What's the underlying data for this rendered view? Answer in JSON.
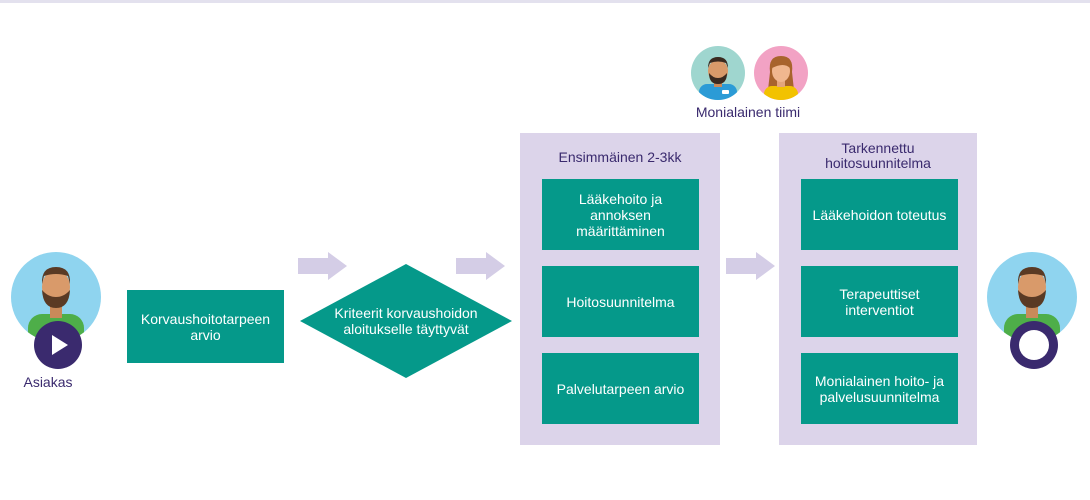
{
  "team": {
    "label": "Monialainen tiimi"
  },
  "client": {
    "label": "Asiakas"
  },
  "steps": {
    "assessment": "Korvaushoitotarpeen arvio",
    "criteria": "Kriteerit korvaushoidon aloitukselle täyttyvät"
  },
  "phase1": {
    "title": "Ensimmäinen 2-3kk",
    "boxes": [
      "Lääkehoito ja annoksen määrittäminen",
      "Hoitosuunnitelma",
      "Palvelutarpeen arvio"
    ]
  },
  "phase2": {
    "title": "Tarkennettu hoitosuunnitelma",
    "boxes": [
      "Lääkehoidon toteutus",
      "Terapeuttiset interventiot",
      "Monialainen hoito- ja palvelusuunnitelma"
    ]
  },
  "colors": {
    "teal": "#05998a",
    "panel": "#dcd4ea",
    "navy": "#3a2a6e",
    "arrow": "#d4cde6",
    "avatar_bg": "#8fd4ef"
  },
  "icons": {
    "start": "play-icon",
    "end": "ring-icon"
  }
}
